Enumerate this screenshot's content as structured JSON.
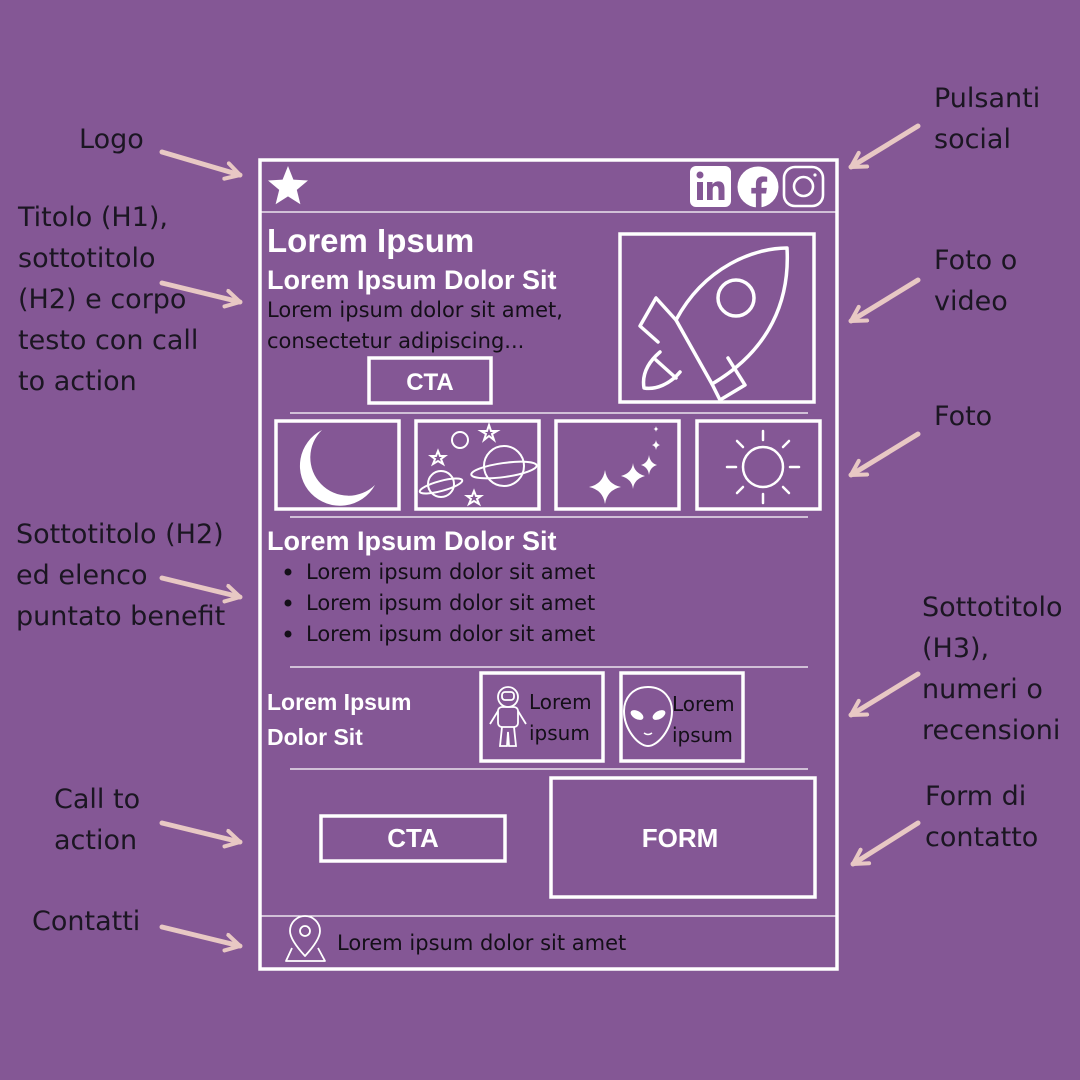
{
  "annotations": {
    "logo": "Logo",
    "title": [
      "Titolo (H1),",
      "sottotitolo",
      "(H2) e corpo",
      "testo con call",
      "to action"
    ],
    "benefits": [
      "Sottotitolo (H2)",
      "ed elenco",
      "puntato benefit"
    ],
    "cta": [
      "Call to",
      "action"
    ],
    "contacts": "Contatti",
    "social": [
      "Pulsanti",
      "social"
    ],
    "media": [
      "Foto o",
      "video"
    ],
    "photos": "Foto",
    "h3": [
      "Sottotitolo",
      "(H3),",
      "numeri o",
      "recensioni"
    ],
    "form": [
      "Form di",
      "contatto"
    ]
  },
  "mockup": {
    "h1": "Lorem Ipsum",
    "h2": "Lorem Ipsum Dolor Sit",
    "body": [
      "Lorem ipsum dolor sit amet,",
      "consectetur adipiscing..."
    ],
    "cta_label": "CTA",
    "benefits_title": "Lorem Ipsum Dolor Sit",
    "benefits": [
      "Lorem ipsum dolor sit amet",
      "Lorem ipsum dolor sit amet",
      "Lorem ipsum dolor sit amet"
    ],
    "h3": [
      "Lorem Ipsum",
      "Dolor Sit"
    ],
    "stat_1": [
      "Lorem",
      "ipsum"
    ],
    "stat_2": [
      "Lorem",
      "ipsum"
    ],
    "cta2_label": "CTA",
    "form_label": "FORM",
    "contact_text": "Lorem ipsum dolor sit amet",
    "social_icons": [
      "linkedin-icon",
      "facebook-icon",
      "instagram-icon"
    ]
  },
  "colors": {
    "background": "#845795",
    "outline": "#ffffff",
    "arrow": "#e8c8c4",
    "label_text": "#1b1622"
  }
}
